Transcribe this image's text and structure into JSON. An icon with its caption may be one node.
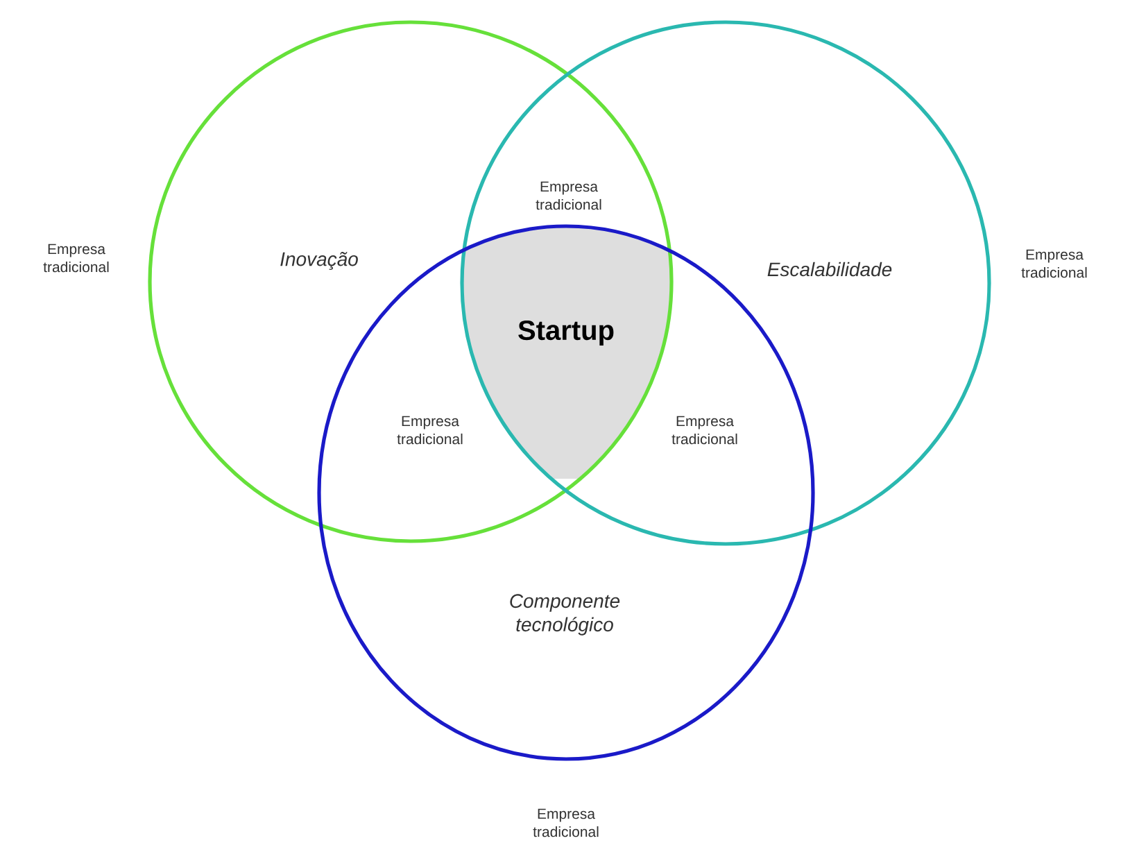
{
  "diagram": {
    "nodes": [
      {
        "text": [
          "Inovação"
        ]
      },
      {
        "text": [
          "Escalabilidade"
        ]
      },
      {
        "text": [
          "Startup"
        ]
      },
      {
        "text": [
          "Componente tecnológico"
        ]
      }
    ],
    "labels": [
      "Empresa tradicional",
      "Empresa tradicional",
      "Empresa tradicional",
      "Empresa tradicional",
      "Empresa tradicional",
      "Empresa tradicional"
    ]
  }
}
